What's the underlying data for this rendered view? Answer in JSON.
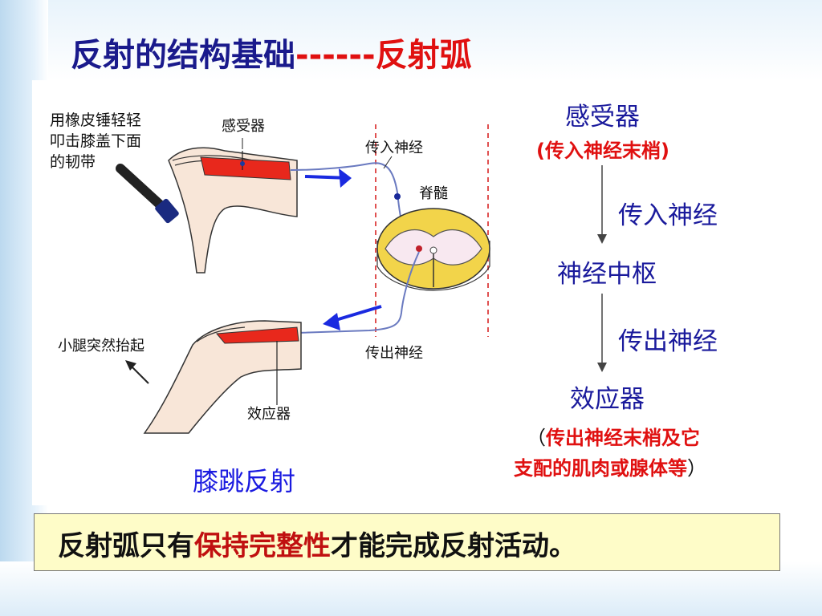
{
  "title": {
    "main": "反射的结构基础",
    "dash": "------",
    "red": "反射弧"
  },
  "diagram": {
    "hammer_text": [
      "用橡皮锤轻轻",
      "叩击膝盖下面",
      "的韧带"
    ],
    "receptor": "感受器",
    "afferent_nerve": "传入神经",
    "spinal_cord": "脊髓",
    "leg_raise": "小腿突然抬起",
    "efferent_nerve": "传出神经",
    "effector": "效应器",
    "caption": "膝跳反射"
  },
  "flow": {
    "receptor": "感受器",
    "receptor_note": "传入神经末梢",
    "afferent": "传入神经",
    "center": "神经中枢",
    "efferent": "传出神经",
    "effector": "效应器",
    "effector_note_1": "传出神经末梢及它",
    "effector_note_2": "支配的肌肉或腺体等"
  },
  "summary": {
    "pre": "反射弧只有",
    "highlight": "保持完整性",
    "post": "才能完成反射活动。"
  },
  "colors": {
    "title_blue": "#1a1a8c",
    "accent_red": "#e01010",
    "box_yellow": "#fefcc8"
  }
}
